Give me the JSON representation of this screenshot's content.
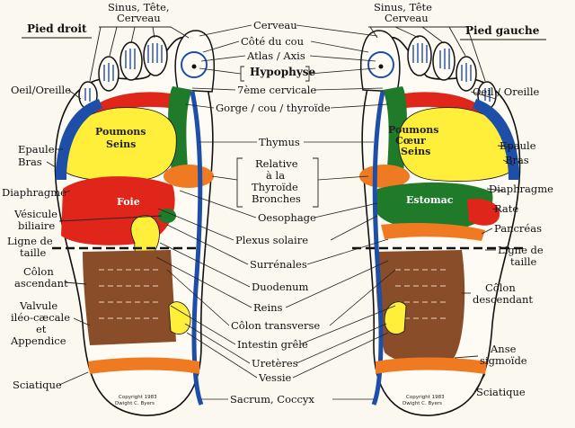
{
  "feet": {
    "right_title": "Pied droit",
    "left_title": "Pied gauche",
    "copyright_line1": "Copyright 1983",
    "copyright_line2": "Dwight C. Byers"
  },
  "center_labels": [
    "Cerveau",
    "Côté du cou",
    "Atlas / Axis",
    "Hypophyse",
    "7ème cervicale",
    "Gorge / cou / thyroïde",
    "Thymus",
    "Relative",
    "à la",
    "Thyroïde",
    "Bronches",
    "Oesophage",
    "Plexus solaire",
    "Surrénales",
    "Duodenum",
    "Reins",
    "Côlon transverse",
    "Intestin grêle",
    "Uretères",
    "Vessie",
    "Sacrum, Coccyx"
  ],
  "right_foot_labels": {
    "sinus_tete": "Sinus, Tête,",
    "cerveau": "Cerveau",
    "oeil_oreille": "Oeil/Oreille",
    "epaule": "Epaule",
    "bras": "Bras",
    "diaphragme": "Diaphragme",
    "vesicule_1": "Vésicule",
    "vesicule_2": "biliaire",
    "ligne_taille": "Ligne de",
    "taille": "taille",
    "colon_asc_1": "Côlon",
    "colon_asc_2": "ascendant",
    "valvule_1": "Valvule",
    "valvule_2": "iléo-cæcale",
    "valvule_3": "et",
    "valvule_4": "Appendice",
    "sciatique": "Sciatique",
    "poumons": "Poumons",
    "seins": "Seins",
    "foie": "Foie"
  },
  "left_foot_labels": {
    "sinus_tete": "Sinus, Tête",
    "cerveau": "Cerveau",
    "oeil_oreille": "Oeil / Oreille",
    "epaule": "Epaule",
    "bras": "Bras",
    "diaphragme": "Diaphragme",
    "rate": "Rate",
    "pancreas": "Pancréas",
    "ligne_de": "Ligne de",
    "taille": "taille",
    "colon_desc_1": "Côlon",
    "colon_desc_2": "descendant",
    "anse_1": "Anse",
    "anse_2": "sigmoïde",
    "sciatique": "Sciatique",
    "poumons": "Poumons",
    "coeur": "Cœur",
    "seins": "Seins",
    "estomac": "Estomac"
  },
  "colors": {
    "blue": "#1e4fa8",
    "green": "#1f7a2a",
    "yellow": "#ffee3a",
    "red": "#e0261b",
    "orange": "#ef7a22",
    "brown": "#8a4d2a",
    "skin": "#fdfbf4"
  }
}
